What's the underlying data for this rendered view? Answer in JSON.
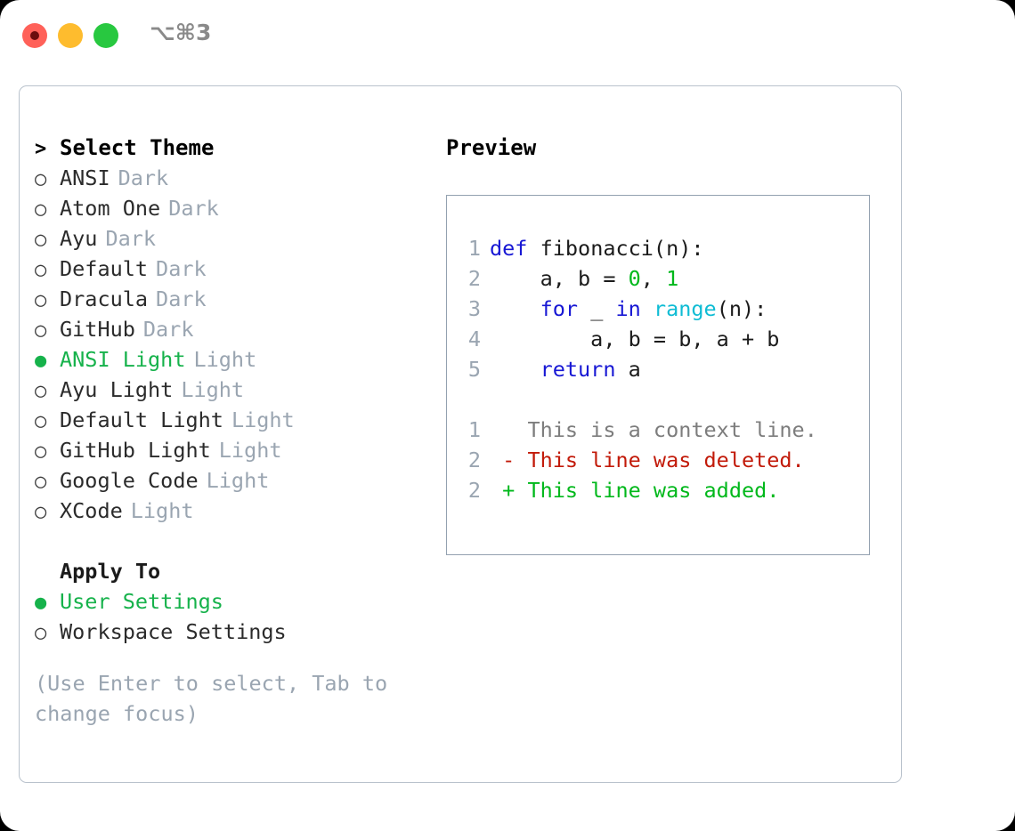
{
  "window": {
    "shortcut": "⌥⌘3",
    "traffic_lights": [
      {
        "name": "close",
        "color": "#ff6159"
      },
      {
        "name": "minimize",
        "color": "#febc2e"
      },
      {
        "name": "maximize",
        "color": "#28c840"
      }
    ]
  },
  "theme_picker": {
    "header_marker": ">",
    "header": "Select Theme",
    "marker_unselected": "○",
    "marker_selected": "●",
    "accent_color": "#16b24b",
    "items": [
      {
        "name": "ANSI",
        "mode": "Dark",
        "selected": false
      },
      {
        "name": "Atom One",
        "mode": "Dark",
        "selected": false
      },
      {
        "name": "Ayu",
        "mode": "Dark",
        "selected": false
      },
      {
        "name": "Default",
        "mode": "Dark",
        "selected": false
      },
      {
        "name": "Dracula",
        "mode": "Dark",
        "selected": false
      },
      {
        "name": "GitHub",
        "mode": "Dark",
        "selected": false
      },
      {
        "name": "ANSI Light",
        "mode": "Light",
        "selected": true
      },
      {
        "name": "Ayu Light",
        "mode": "Light",
        "selected": false
      },
      {
        "name": "Default Light",
        "mode": "Light",
        "selected": false
      },
      {
        "name": "GitHub Light",
        "mode": "Light",
        "selected": false
      },
      {
        "name": "Google Code",
        "mode": "Light",
        "selected": false
      },
      {
        "name": "XCode",
        "mode": "Light",
        "selected": false
      }
    ]
  },
  "apply_to": {
    "label": "Apply To",
    "options": [
      {
        "name": "User Settings",
        "selected": true
      },
      {
        "name": "Workspace Settings",
        "selected": false
      }
    ]
  },
  "hint": "(Use Enter to select, Tab to change focus)",
  "preview": {
    "title": "Preview",
    "code_lines": [
      {
        "num": "1",
        "tokens": [
          {
            "t": "def",
            "c": "kw"
          },
          {
            "t": " fibonacci(n):",
            "c": "txt"
          }
        ]
      },
      {
        "num": "2",
        "tokens": [
          {
            "t": "    a, b = ",
            "c": "txt"
          },
          {
            "t": "0",
            "c": "num"
          },
          {
            "t": ", ",
            "c": "txt"
          },
          {
            "t": "1",
            "c": "num"
          }
        ]
      },
      {
        "num": "3",
        "tokens": [
          {
            "t": "    ",
            "c": "txt"
          },
          {
            "t": "for",
            "c": "kw"
          },
          {
            "t": " _ ",
            "c": "txt"
          },
          {
            "t": "in",
            "c": "kw"
          },
          {
            "t": " ",
            "c": "txt"
          },
          {
            "t": "range",
            "c": "fn"
          },
          {
            "t": "(n):",
            "c": "txt"
          }
        ]
      },
      {
        "num": "4",
        "tokens": [
          {
            "t": "        a, b = b, a + b",
            "c": "txt"
          }
        ]
      },
      {
        "num": "5",
        "tokens": [
          {
            "t": "    ",
            "c": "txt"
          },
          {
            "t": "return",
            "c": "kw"
          },
          {
            "t": " a",
            "c": "txt"
          }
        ]
      }
    ],
    "diff_lines": [
      {
        "num": "1",
        "sign": " ",
        "text": "This is a context line.",
        "kind": "context"
      },
      {
        "num": "2",
        "sign": "-",
        "text": "This line was deleted.",
        "kind": "del"
      },
      {
        "num": "2",
        "sign": "+",
        "text": "This line was added.",
        "kind": "add"
      }
    ],
    "colors": {
      "keyword": "#1717d4",
      "function": "#0fbcd4",
      "number": "#00b81b",
      "text": "#1b1b1b",
      "line_number": "#9aa5b1",
      "diff_context": "#7d7d7d",
      "diff_deleted": "#c21a09",
      "diff_added": "#00b81b",
      "border": "#93a1b0"
    }
  }
}
